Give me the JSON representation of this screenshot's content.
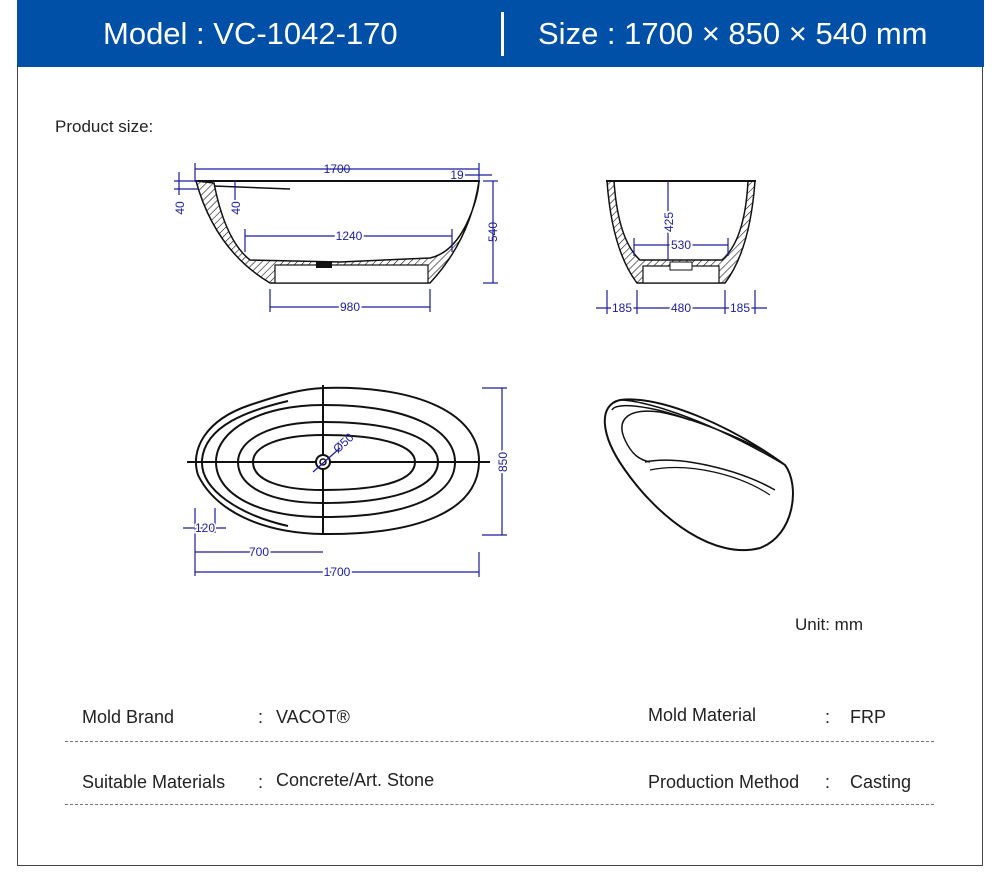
{
  "header": {
    "model": "Model : VC-1042-170",
    "size": "Size : 1700 × 850 × 540 mm"
  },
  "section_label": "Product size:",
  "unit_label": "Unit:  mm",
  "side_view": {
    "overall_length": "1700",
    "rim_offset": "19",
    "height": "540",
    "rim_thickness_outer": "40",
    "rim_thickness_inner": "40",
    "inner_bottom_length": "1240",
    "base_length": "980"
  },
  "end_view": {
    "inner_depth": "425",
    "inner_bottom_width": "530",
    "left_offset": "185",
    "base_width": "480",
    "right_offset": "185"
  },
  "top_view": {
    "drain_diameter": "Ø50",
    "width": "850",
    "rim_lip": "120",
    "drain_position": "700",
    "overall_length": "1700"
  },
  "specs": [
    {
      "label": "Mold Brand",
      "sep": ":",
      "value": "VACOT®"
    },
    {
      "label": "Mold Material",
      "sep": ":",
      "value": "FRP"
    },
    {
      "label": "Suitable Materials",
      "sep": ":",
      "value": "Concrete/Art. Stone"
    },
    {
      "label": "Production Method",
      "sep": ":",
      "value": "Casting"
    }
  ],
  "colors": {
    "header_bg": "#0050a8",
    "dimension": "#1c1ca0"
  }
}
